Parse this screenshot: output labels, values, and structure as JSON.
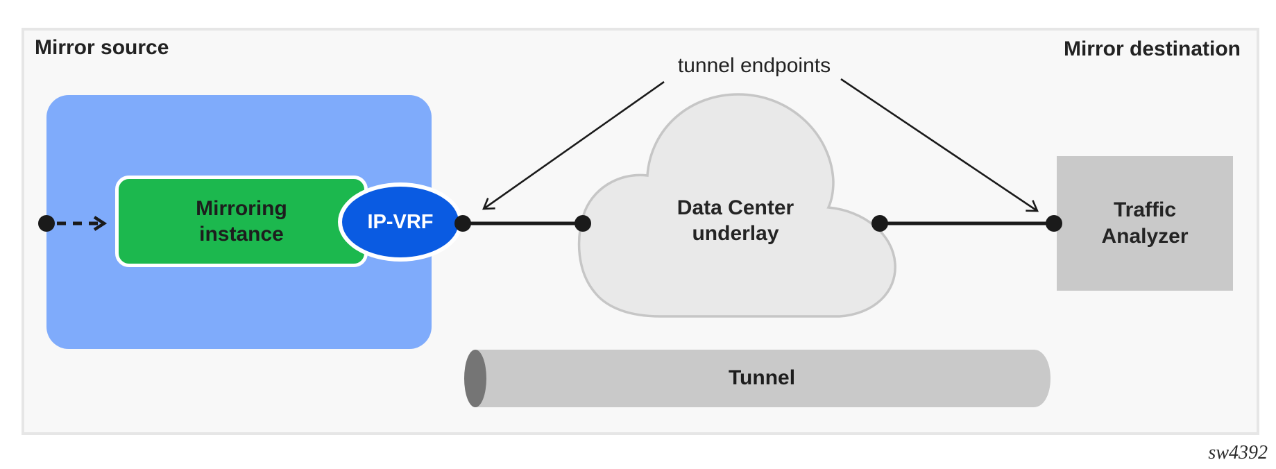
{
  "diagram": {
    "mirror_source_label": "Mirror source",
    "mirror_destination_label": "Mirror destination",
    "tunnel_endpoints_label": "tunnel endpoints",
    "mirroring_instance_line1": "Mirroring",
    "mirroring_instance_line2": "instance",
    "ip_vrf_label": "IP-VRF",
    "cloud_line1": "Data Center",
    "cloud_line2": "underlay",
    "tunnel_label": "Tunnel",
    "traffic_analyzer_line1": "Traffic",
    "traffic_analyzer_line2": "Analyzer",
    "figure_id": "sw4392",
    "colors": {
      "container_blue": "#7FABFB",
      "instance_green": "#1CB84E",
      "vrf_blue": "#0A5BE2",
      "cloud_fill": "#E9E9E9",
      "cloud_stroke": "#C6C6C6",
      "tunnel_body": "#C9C9C9",
      "tunnel_end": "#757575",
      "analyzer_fill": "#C9C9C9",
      "frame_fill": "#F8F8F8",
      "frame_border": "#E6E6E6",
      "line_color": "#1A1A1A",
      "text_color": "#222222"
    }
  }
}
